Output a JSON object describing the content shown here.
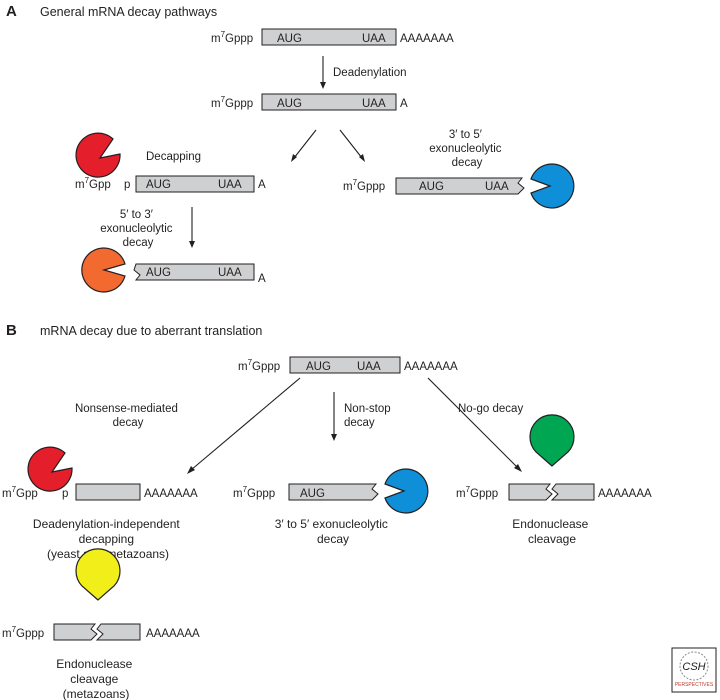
{
  "panel_a": {
    "letter": "A",
    "title": "General mRNA decay pathways",
    "cap_prefix": "m",
    "cap_sup": "7",
    "cap_gppp": "Gppp",
    "cap_gpp": "Gpp",
    "aug": "AUG",
    "uaa": "UAA",
    "polya": "AAAAAAA",
    "a_short": "A",
    "p_label": "p",
    "deadenylation": "Deadenylation",
    "decapping": "Decapping",
    "exo_3to5": [
      "3′ to 5′",
      "exonucleolytic",
      "decay"
    ],
    "exo_5to3": [
      "5′ to 3′",
      "exonucleolytic",
      "decay"
    ]
  },
  "panel_b": {
    "letter": "B",
    "title": "mRNA decay due to aberrant translation",
    "nmd": [
      "Nonsense-mediated",
      "decay"
    ],
    "nonstop": [
      "Non-stop",
      "decay"
    ],
    "nogo": "No-go decay",
    "cap_dd": [
      "Deadenylation-independent",
      "decapping",
      "(yeast and metazoans)"
    ],
    "cap_exo": [
      "3′ to 5′ exonucleolytic",
      "decay"
    ],
    "cap_endo": [
      "Endonuclease",
      "cleavage"
    ],
    "cap_endo_meta": [
      "Endonuclease",
      "cleavage",
      "(metazoans)"
    ]
  },
  "logo": {
    "line1": "CSH",
    "line2": "PERSPECTIVES"
  },
  "colors": {
    "decapping_enzyme": "#e41e2b",
    "exo_5to3_enzyme": "#f26a2f",
    "exo_3to5_enzyme": "#0f8fd8",
    "endonuclease_nogo": "#00a651",
    "endonuclease_metazoan": "#f2ee1a",
    "mrna_body": "#cfd0d2"
  }
}
